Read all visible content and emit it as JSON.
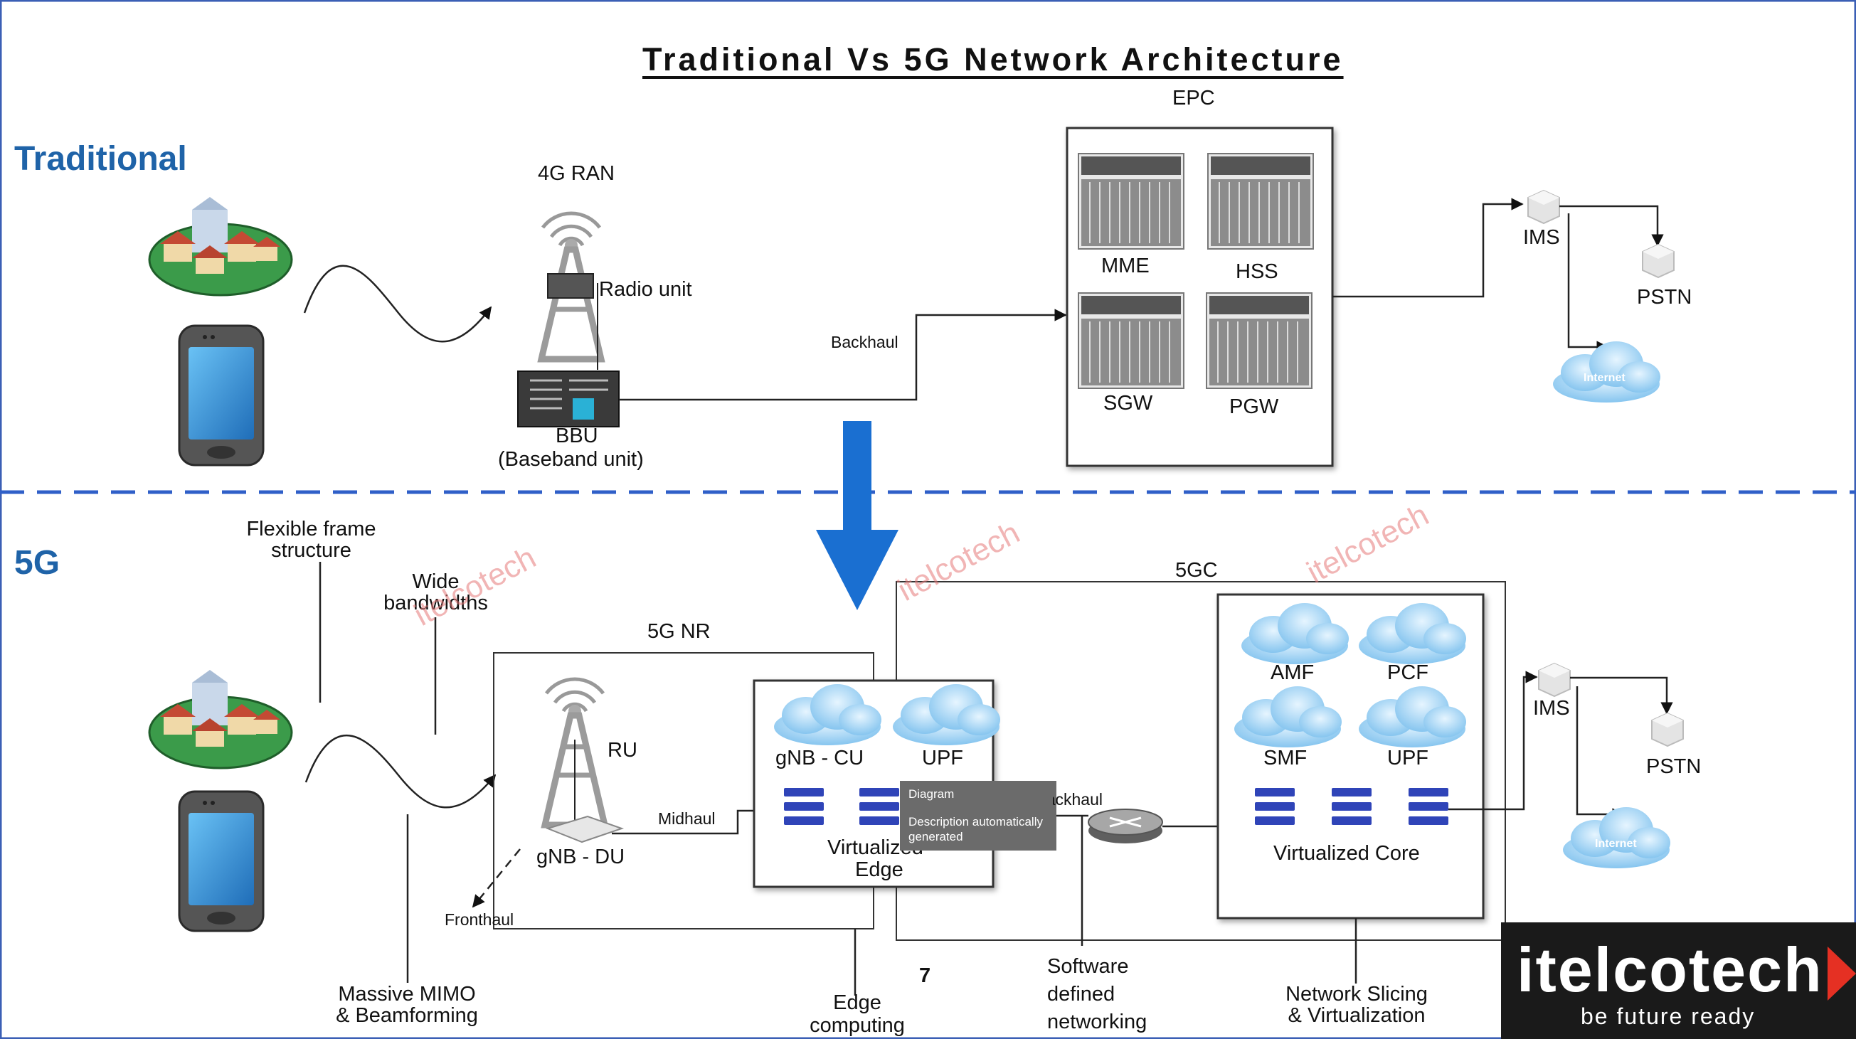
{
  "title": "Traditional Vs 5G Network Architecture",
  "sections": {
    "traditional": "Traditional",
    "fiveg": "5G"
  },
  "traditional": {
    "ran_label": "4G RAN",
    "radio_unit": "Radio unit",
    "bbu": "BBU",
    "bbu_full": "(Baseband unit)",
    "backhaul": "Backhaul",
    "epc": {
      "title": "EPC",
      "mme": "MME",
      "hss": "HSS",
      "sgw": "SGW",
      "pgw": "PGW"
    },
    "ims": "IMS",
    "pstn": "PSTN",
    "internet": "Internet"
  },
  "fiveg": {
    "flexible_frame_1": "Flexible frame",
    "flexible_frame_2": "structure",
    "wide_bw_1": "Wide",
    "wide_bw_2": "bandwidths",
    "massive_mimo_1": "Massive MIMO",
    "massive_mimo_2": "& Beamforming",
    "nr_title": "5G NR",
    "ru": "RU",
    "gnb_du": "gNB - DU",
    "fronthaul": "Fronthaul",
    "midhaul": "Midhaul",
    "gnb_cu": "gNB - CU",
    "upf_edge": "UPF",
    "virtual_edge_1": "Virtualized",
    "virtual_edge_2": "Edge",
    "backhaul_partial": "Backhaul",
    "edge_computing_1": "Edge",
    "edge_computing_2": "computing",
    "page_number": "7",
    "sdn_1": "Software",
    "sdn_2": "defined",
    "sdn_3": "networking",
    "core": {
      "title": "5GC",
      "amf": "AMF",
      "pcf": "PCF",
      "smf": "SMF",
      "upf": "UPF",
      "virtual_core": "Virtualized Core"
    },
    "slicing_1": "Network Slicing",
    "slicing_2": "& Virtualization",
    "ims": "IMS",
    "pstn": "PSTN",
    "internet": "Internet"
  },
  "watermark": "itelcotech",
  "tooltip": {
    "line1": "Diagram",
    "line2": "Description automatically",
    "line3": "generated"
  },
  "logo": {
    "name": "itelcotech",
    "tagline": "be future ready"
  },
  "colors": {
    "section_label": "#1f63a8",
    "arrow": "#1a6fd1",
    "divider": "#2f5fc8",
    "cloud": "#9fd2f3",
    "server_blue": "#2f44b8"
  }
}
